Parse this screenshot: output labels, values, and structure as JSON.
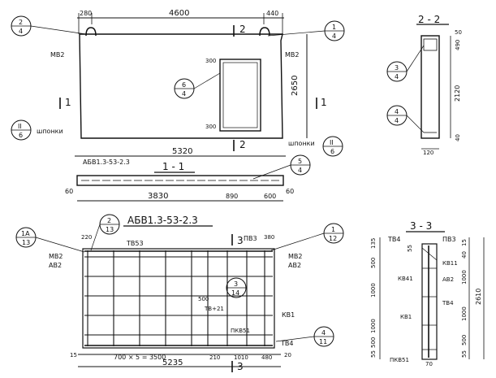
{
  "view_top": {
    "dims": [
      "280",
      "4600",
      "440",
      "5320",
      "2650",
      "300",
      "300"
    ],
    "marks": [
      "МВ2",
      "МВ2",
      "шпонки",
      "шпонки"
    ],
    "section_marks": [
      "2",
      "2",
      "1",
      "1"
    ],
    "callouts": [
      {
        "top": "2",
        "bottom": "4"
      },
      {
        "top": "1",
        "bottom": "4"
      },
      {
        "top": "6",
        "bottom": "4"
      },
      {
        "top": "II",
        "bottom": "6"
      },
      {
        "top": "II",
        "bottom": "6"
      }
    ]
  },
  "section_22": {
    "title": "2 - 2",
    "dims": [
      "50",
      "490",
      "2120",
      "40",
      "120"
    ],
    "callouts": [
      {
        "top": "3",
        "bottom": "4"
      },
      {
        "top": "4",
        "bottom": "4"
      }
    ]
  },
  "section_11": {
    "title": "1 - 1",
    "label": "АБВ1.3-53-2.3",
    "dims": [
      "60",
      "3830",
      "890",
      "600",
      "60"
    ],
    "callout": {
      "top": "5",
      "bottom": "4"
    }
  },
  "frame": {
    "title": "АБВ1.3-53-2.3",
    "top_dims": [
      "220",
      "380"
    ],
    "marks": [
      "МВ2",
      "АВ2",
      "ТВ53",
      "ПВ3",
      "МВ2",
      "АВ2",
      "ТВ+21",
      "500",
      "КВ1",
      "ПКВ51",
      "ТВ4"
    ],
    "section_marks": [
      "3",
      "3"
    ],
    "bottom_dims": [
      "15",
      "700 × 5 = 3500",
      "210",
      "1010",
      "480",
      "20",
      "5235"
    ],
    "callouts": [
      {
        "top": "1А",
        "bottom": "13"
      },
      {
        "top": "2",
        "bottom": "13"
      },
      {
        "top": "1",
        "bottom": "12"
      },
      {
        "top": "3",
        "bottom": "14"
      },
      {
        "top": "4",
        "bottom": "11"
      }
    ]
  },
  "section_33": {
    "title": "3 - 3",
    "marks": [
      "ТВ4",
      "ПВ3",
      "КВ11",
      "КВ41",
      "АВ2",
      "КВ1",
      "ТВ4",
      "ПКВ51"
    ],
    "left_dims": [
      "135",
      "55",
      "500",
      "1000",
      "1000",
      "500",
      "55"
    ],
    "right_dims": [
      "15",
      "40",
      "1000",
      "2610",
      "1000",
      "500",
      "55"
    ],
    "bottom_dims": [
      "70"
    ]
  }
}
